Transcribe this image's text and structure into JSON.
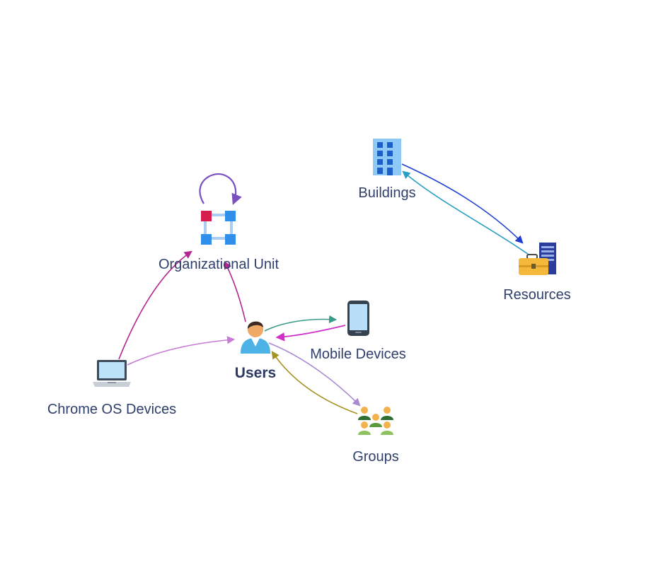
{
  "diagram": {
    "nodes": {
      "org_unit": {
        "label": "Organizational Unit",
        "icon": "org-unit-icon"
      },
      "users": {
        "label": "Users",
        "icon": "user-icon"
      },
      "chromeos": {
        "label": "Chrome OS Devices",
        "icon": "laptop-icon"
      },
      "mobile": {
        "label": "Mobile Devices",
        "icon": "smartphone-icon"
      },
      "groups": {
        "label": "Groups",
        "icon": "group-icon"
      },
      "buildings": {
        "label": "Buildings",
        "icon": "building-icon"
      },
      "resources": {
        "label": "Resources",
        "icon": "resources-icon"
      }
    },
    "edges": [
      {
        "from": "org_unit",
        "to": "org_unit",
        "color": "#7a4fbf"
      },
      {
        "from": "chromeos",
        "to": "org_unit",
        "color": "#b3268f"
      },
      {
        "from": "chromeos",
        "to": "users",
        "color": "#c77bd6"
      },
      {
        "from": "users",
        "to": "org_unit",
        "color": "#b3268f"
      },
      {
        "from": "users",
        "to": "mobile",
        "color": "#3a9a88"
      },
      {
        "from": "mobile",
        "to": "users",
        "color": "#d02fc9"
      },
      {
        "from": "users",
        "to": "groups",
        "color": "#a98ad1"
      },
      {
        "from": "groups",
        "to": "users",
        "color": "#a39424"
      },
      {
        "from": "buildings",
        "to": "resources",
        "color": "#1f3fd0"
      },
      {
        "from": "resources",
        "to": "buildings",
        "color": "#2a9fc3"
      }
    ]
  }
}
